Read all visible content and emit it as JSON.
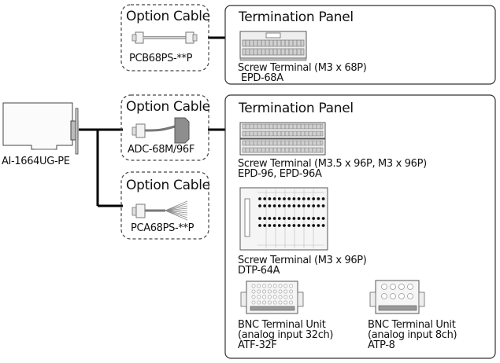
{
  "board": {
    "label": "AI-1664UG-PE"
  },
  "option_cables": [
    {
      "header": "Option Cable",
      "part": "PCB68PS-**P"
    },
    {
      "header": "Option Cable",
      "part": "ADC-68M/96F"
    },
    {
      "header": "Option Cable",
      "part": "PCA68PS-**P"
    }
  ],
  "panel_top": {
    "header": "Termination Panel",
    "item": {
      "description": "Screw Terminal (M3 x 68P)",
      "models": "EPD-68A"
    }
  },
  "panel_bottom": {
    "header": "Termination Panel",
    "items": [
      {
        "description": "Screw Terminal (M3.5 x 96P, M3 x 96P)",
        "models": "EPD-96, EPD-96A"
      },
      {
        "description": "Screw Terminal (M3 x 96P)",
        "models": "DTP-64A"
      },
      {
        "description": "BNC Terminal Unit",
        "detail": "(analog input 32ch)",
        "models": "ATF-32F"
      },
      {
        "description": "BNC Terminal Unit",
        "detail": "(analog input 8ch)",
        "models": "ATP-8"
      }
    ]
  },
  "colors": {
    "line": "#000000",
    "box_border": "#333333",
    "dashed_border": "#444444",
    "device_fill": "#f0f0f0",
    "device_stroke": "#555555"
  },
  "icons": [
    "pci-board-icon",
    "cable-icon",
    "terminal-block-icon",
    "bnc-unit-icon"
  ]
}
